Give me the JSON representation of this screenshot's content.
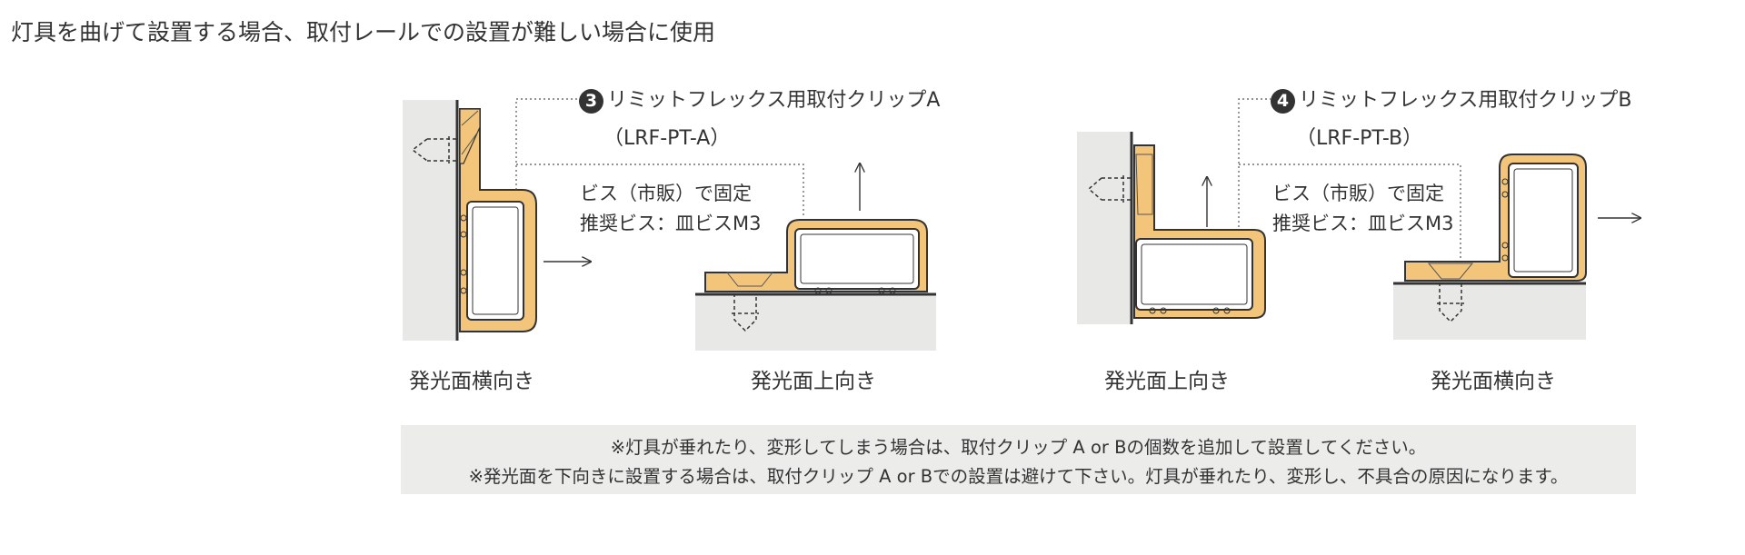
{
  "heading": "灯具を曲げて設置する場合、取付レールでの設置が難しい場合に使用",
  "clip_a": {
    "number": "3",
    "name": "リミットフレックス用取付クリップA",
    "code": "（LRF-PT-A）",
    "screw_line1": "ビス（市販）で固定",
    "screw_line2": "推奨ビス：皿ビスM3",
    "caption_left": "発光面横向き",
    "caption_right": "発光面上向き"
  },
  "clip_b": {
    "number": "4",
    "name": "リミットフレックス用取付クリップB",
    "code": "（LRF-PT-B）",
    "screw_line1": "ビス（市販）で固定",
    "screw_line2": "推奨ビス：皿ビスM3",
    "caption_left": "発光面上向き",
    "caption_right": "発光面横向き"
  },
  "notes": [
    "※灯具が垂れたり、変形してしまう場合は、取付クリップ A or Bの個数を追加して設置してください。",
    "※発光面を下向きに設置する場合は、取付クリップ A or Bでの設置は避けて下さい。灯具が垂れたり、変形し、不具合の原因になります。"
  ],
  "colors": {
    "clip_fill": "#f3c57a",
    "wall_fill": "#e8e8e6",
    "outline": "#333333",
    "notes_bg": "#ececeb"
  }
}
